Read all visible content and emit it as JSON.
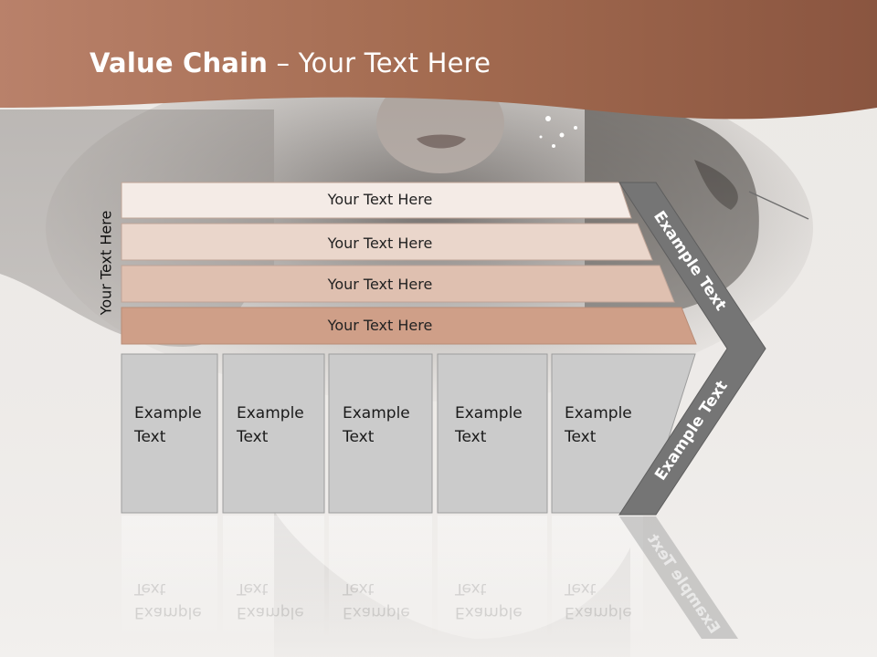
{
  "title": {
    "bold": "Value Chain",
    "rest": " – Your Text Here"
  },
  "side_label": "Your Text Here",
  "bands": [
    "Your Text Here",
    "Your Text Here",
    "Your Text Here",
    "Your Text Here"
  ],
  "boxes": [
    {
      "line1": "Example",
      "line2": "Text"
    },
    {
      "line1": "Example",
      "line2": "Text"
    },
    {
      "line1": "Example",
      "line2": "Text"
    },
    {
      "line1": "Example",
      "line2": "Text"
    },
    {
      "line1": "Example",
      "line2": "Text"
    }
  ],
  "chevron": {
    "upper": "Example Text",
    "lower": "Example Text"
  },
  "colors": {
    "header": "#a86a4d",
    "band_1": "#f4ebe6",
    "band_2": "#ead6cb",
    "band_3": "#dfc0b0",
    "band_4": "#cf9f88",
    "box_fill": "#cbcbcb",
    "chevron_fill": "#757575"
  }
}
